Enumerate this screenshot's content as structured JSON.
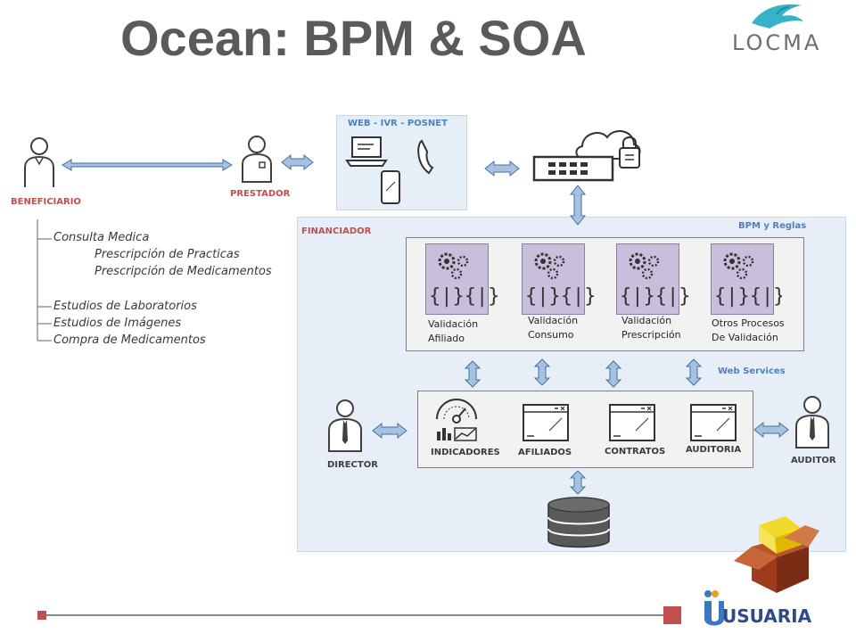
{
  "header": {
    "title": "Ocean: BPM & SOA",
    "logo_text": "LOCMA"
  },
  "actors": {
    "beneficiario": "BENEFICIARIO",
    "prestador": "PRESTADOR",
    "director": "DIRECTOR",
    "auditor": "AUDITOR"
  },
  "channels": {
    "label": "WEB - IVR - POSNET"
  },
  "financiador": {
    "label": "FINANCIADOR",
    "bpm_label": "BPM y Reglas",
    "ws_label": "Web Services",
    "processes": [
      {
        "line1": "Validación",
        "line2": "Afiliado"
      },
      {
        "line1": "Validación",
        "line2": "Consumo"
      },
      {
        "line1": "Validación",
        "line2": "Prescripción"
      },
      {
        "line1": "Otros Procesos",
        "line2": "De Validación"
      }
    ],
    "services": [
      "INDICADORES",
      "AFILIADOS",
      "CONTRATOS",
      "AUDITORIA"
    ]
  },
  "list": {
    "items": [
      "Consulta Medica",
      "Prescripción de Practicas",
      "Prescripción de Medicamentos",
      "Estudios de Laboratorios",
      "Estudios de Imágenes",
      "Compra de Medicamentos"
    ]
  },
  "footer": {
    "brand": "USUARIA"
  },
  "colors": {
    "arrow_fill": "#a7c1e3",
    "arrow_stroke": "#41719c",
    "accent_red": "#c0504d",
    "process_fill": "#c9bedb"
  }
}
